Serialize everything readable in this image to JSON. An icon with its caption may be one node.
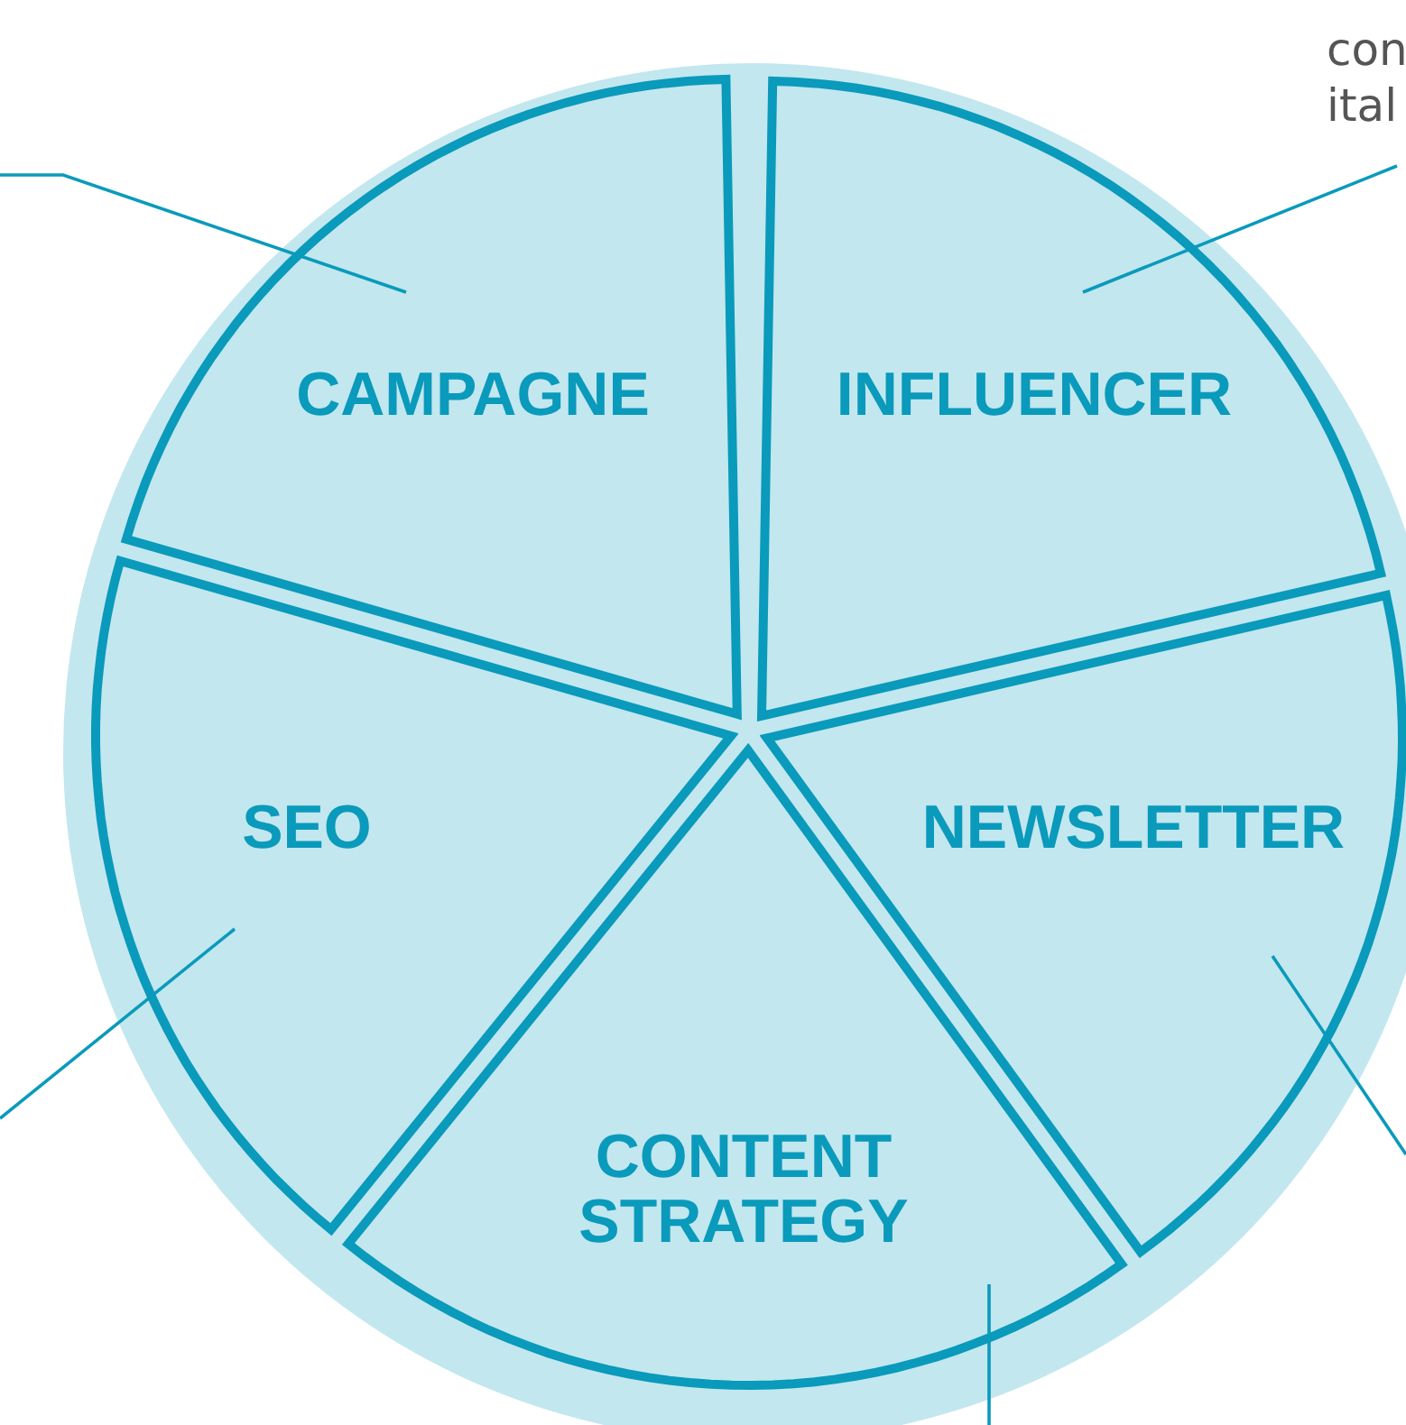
{
  "diagram": {
    "nodes": [
      {
        "text": [
          "con ital"
        ]
      },
      {
        "text": [
          "CAMPAGNE"
        ]
      },
      {
        "text": [
          "INFLUENCER"
        ]
      },
      {
        "text": [
          "SEO"
        ]
      },
      {
        "text": [
          "NEWSLETTER"
        ]
      },
      {
        "text": [
          "CONTENT STRATEGY"
        ]
      }
    ],
    "edges": [
      {
        "from": null,
        "to": 1,
        "arrow": "none"
      },
      {
        "from": 0,
        "to": 2,
        "arrow": "none"
      },
      {
        "from": null,
        "to": 3,
        "arrow": "none"
      },
      {
        "from": null,
        "to": 4,
        "arrow": "none"
      },
      {
        "from": null,
        "to": 5,
        "arrow": "none"
      }
    ]
  }
}
